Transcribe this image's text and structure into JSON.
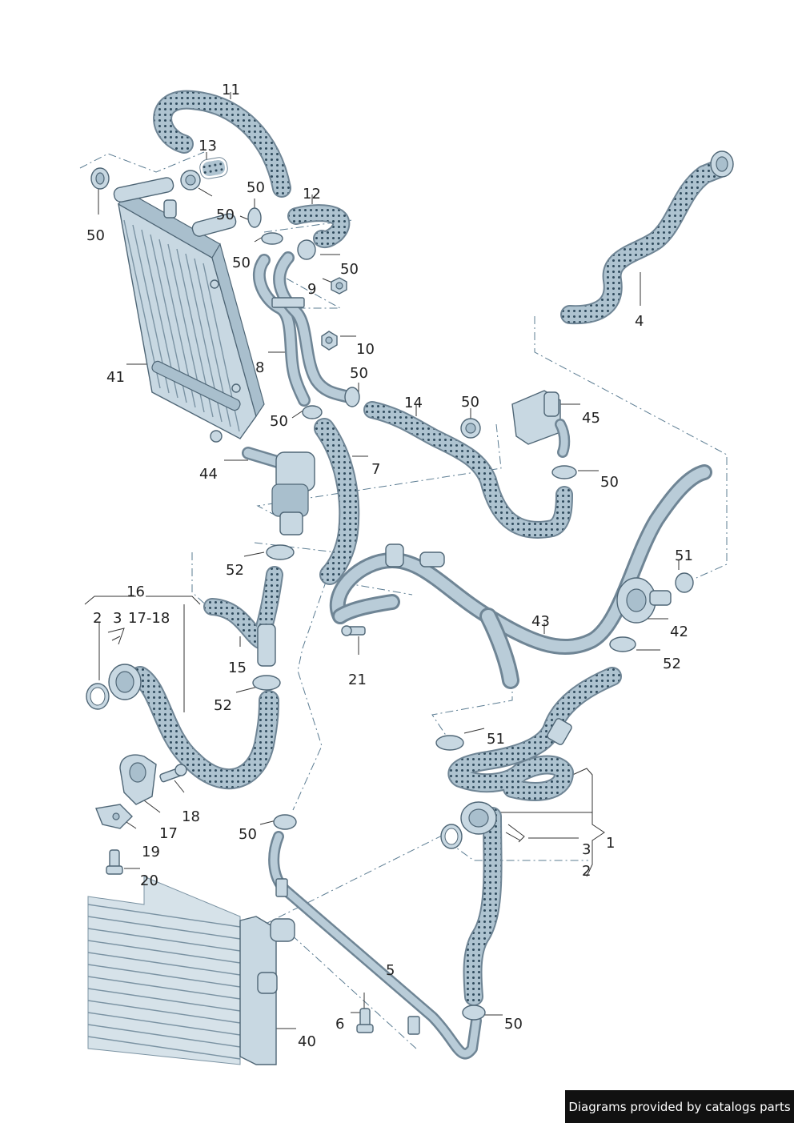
{
  "labels": {
    "l1": "1",
    "l2": "2",
    "l2b": "2",
    "l3": "3",
    "l3b": "3",
    "l4": "4",
    "l5": "5",
    "l6": "6",
    "l7": "7",
    "l8": "8",
    "l9": "9",
    "l10": "10",
    "l11": "11",
    "l12": "12",
    "l13": "13",
    "l14": "14",
    "l15": "15",
    "l16": "16",
    "l1718": "17-18",
    "l17": "17",
    "l18": "18",
    "l19": "19",
    "l20": "20",
    "l21": "21",
    "l40": "40",
    "l41": "41",
    "l42": "42",
    "l43": "43",
    "l44": "44",
    "l45": "45",
    "l50a": "50",
    "l50b": "50",
    "l50c": "50",
    "l50d": "50",
    "l50e": "50",
    "l50f": "50",
    "l50g": "50",
    "l50h": "50",
    "l50i": "50",
    "l50j": "50",
    "l50k": "50",
    "l51a": "51",
    "l51b": "51",
    "l52a": "52",
    "l52b": "52",
    "l52c": "52"
  },
  "footer": {
    "credit": "Diagrams provided by catalogs parts"
  },
  "colors": {
    "hose": "#8aa3b2",
    "metal": "#c8d8e2",
    "outline": "#4f6676",
    "dot": "#2f4a5c",
    "dash_line": "#5b7c92",
    "credit_bg": "#111111"
  }
}
